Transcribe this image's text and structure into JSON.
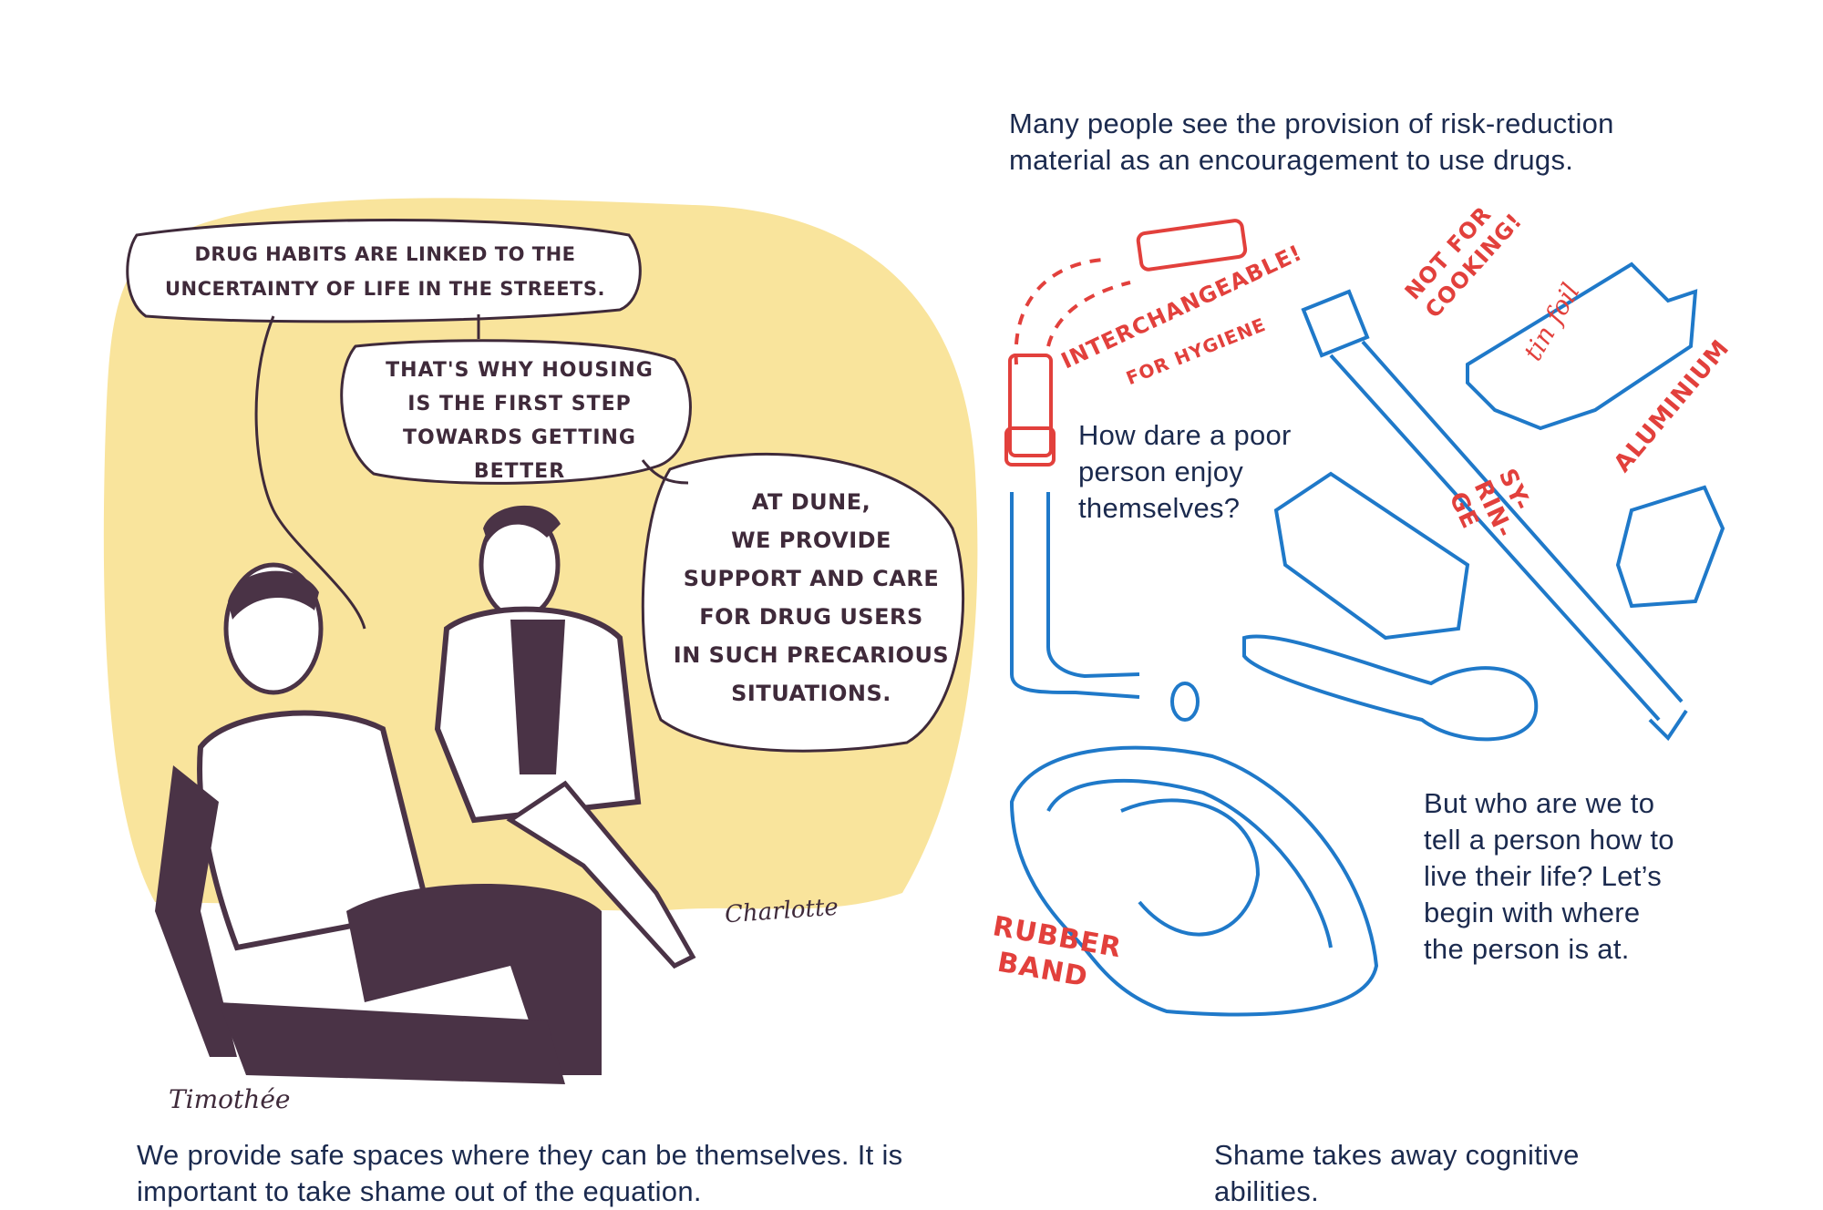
{
  "captions": {
    "top_right": [
      "Many people see the provision of risk-reduction",
      "material as an encouragement to use drugs."
    ],
    "middle_question": [
      "How dare a poor",
      "person enjoy",
      "themselves?"
    ],
    "right_question": [
      "But who are we to",
      "tell a person how to",
      "live their life? Let’s",
      "begin with where",
      "the person is at."
    ],
    "bottom_left": [
      "We provide safe spaces where they can be themselves. It is",
      "important to take shame out of the equation."
    ],
    "bottom_right": [
      "Shame takes away cognitive",
      "abilities."
    ]
  },
  "speech_bubbles": [
    [
      "Drug habits are linked to the",
      "uncertainty of life in the streets."
    ],
    [
      "That's why housing",
      "is the first step",
      "towards getting",
      "better"
    ],
    [
      "At Dune,",
      "we provide",
      "support and care",
      "for drug users",
      "in such precarious",
      "situations."
    ]
  ],
  "labels": {
    "interchangeable": "Interchangeable!",
    "for_hygiene": "for hygiene",
    "not_for_cooking": [
      "Not for",
      "cooking!"
    ],
    "tin_foil": "tin foil",
    "aluminium": "Aluminium",
    "syringe": [
      "Sy-",
      "rin-",
      "ge"
    ],
    "rubber_band": [
      "Rubber",
      "band"
    ]
  },
  "signatures": {
    "left": "Timothée",
    "right": "Charlotte"
  },
  "colors": {
    "text": "#1b2a4e",
    "red": "#e2403c",
    "blue": "#1f79c9",
    "ink": "#4a3346",
    "yellow": "#f9e49c"
  }
}
